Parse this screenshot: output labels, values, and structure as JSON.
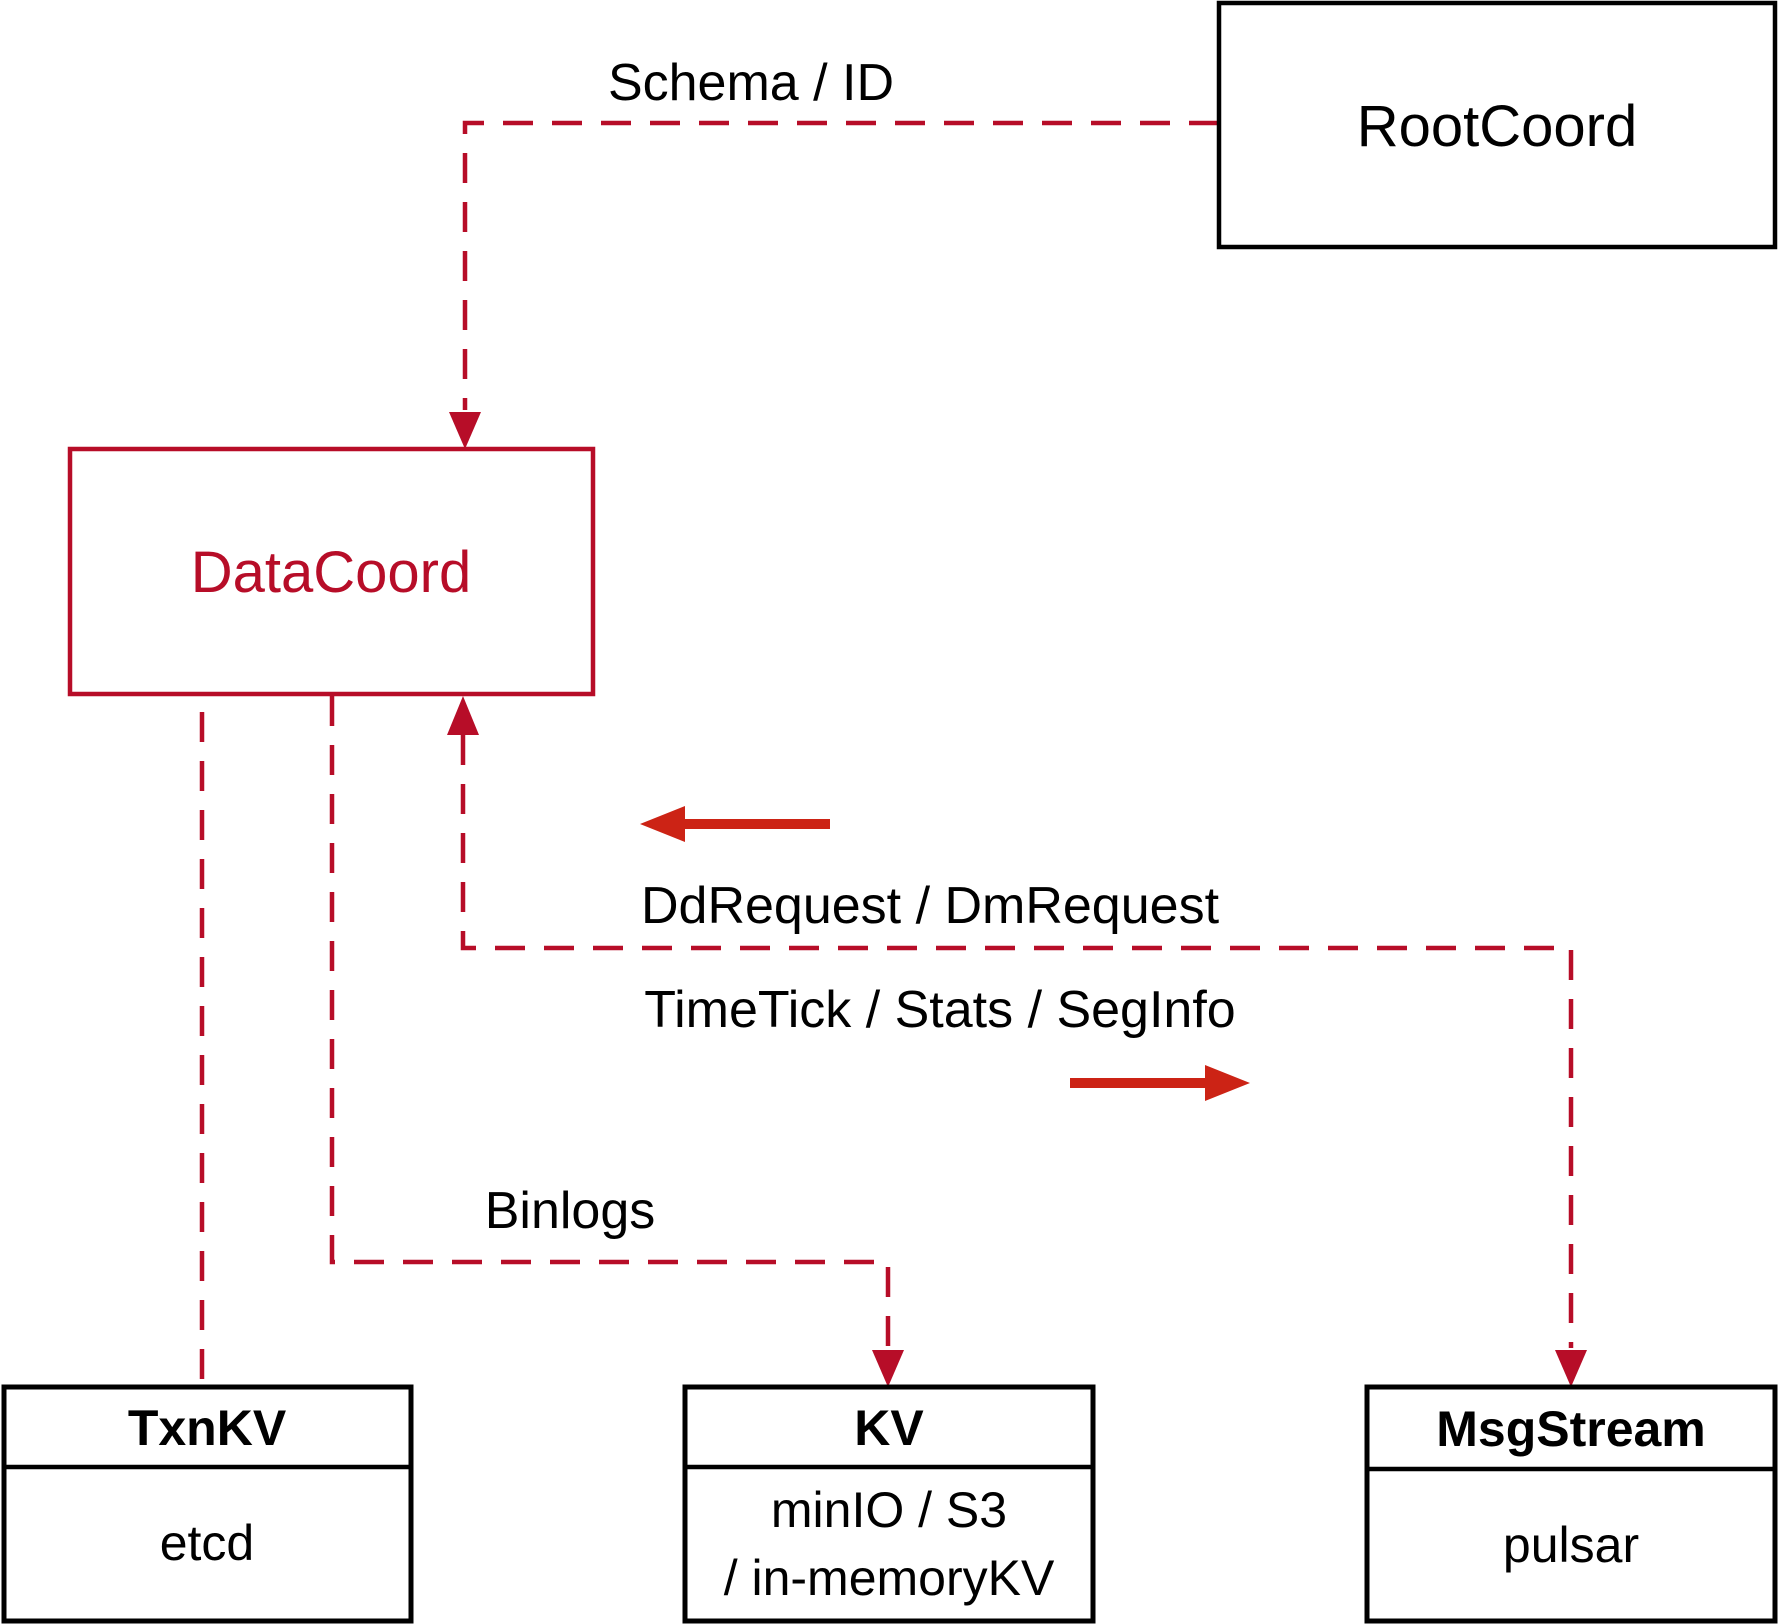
{
  "diagram": {
    "colors": {
      "crimson": "#b70d28",
      "arrow_red": "#cc2315",
      "black": "#000000",
      "background": "#ffffff"
    },
    "nodes": {
      "root_coord": {
        "label": "RootCoord"
      },
      "data_coord": {
        "label": "DataCoord"
      },
      "txn_kv": {
        "title": "TxnKV",
        "body": "etcd"
      },
      "kv": {
        "title": "KV",
        "body_line1": "minIO / S3",
        "body_line2": "/ in-memoryKV"
      },
      "msg_stream": {
        "title": "MsgStream",
        "body": "pulsar"
      }
    },
    "edges": {
      "schema_label": "Schema / ID",
      "dd_request_label": "DdRequest / DmRequest",
      "time_tick_label": "TimeTick / Stats / SegInfo",
      "binlogs_label": "Binlogs"
    }
  }
}
